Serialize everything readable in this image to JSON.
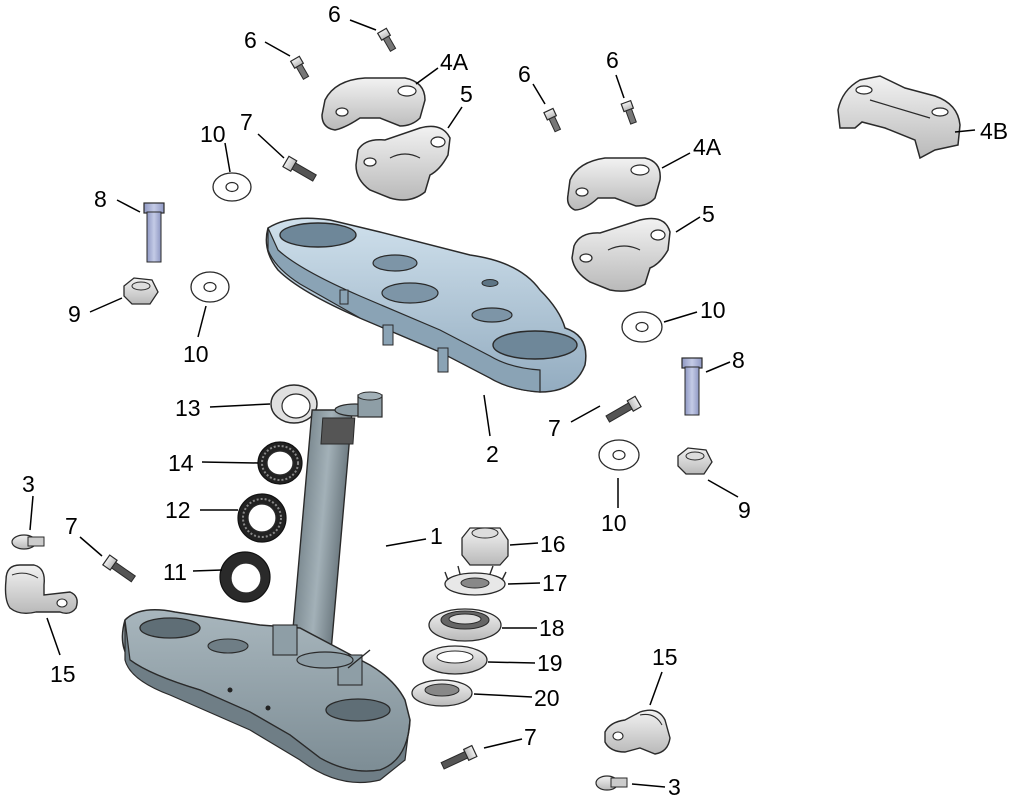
{
  "labels": {
    "p1": "1",
    "p2": "2",
    "p3": "3",
    "p4a": "4A",
    "p4b": "4B",
    "p5": "5",
    "p6": "6",
    "p7": "7",
    "p8": "8",
    "p9": "9",
    "p10": "10",
    "p11": "11",
    "p12": "12",
    "p13": "13",
    "p14": "14",
    "p15": "15",
    "p16": "16",
    "p17": "17",
    "p18": "18",
    "p19": "19",
    "p20": "20"
  },
  "colors": {
    "upper_clamp": "#b3cde0",
    "lower_clamp": "#8e9ea6",
    "bolt_blue": "#a9b2d6",
    "outline": "#2a2a2a",
    "dark": "#333333"
  }
}
